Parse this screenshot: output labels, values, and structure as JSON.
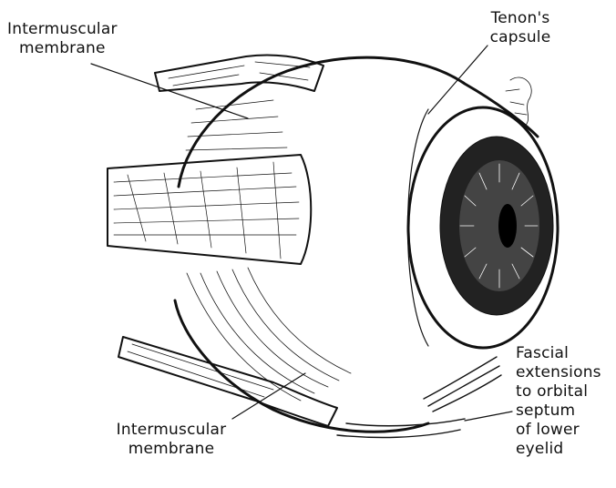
{
  "labels": {
    "intermuscular_top": [
      "Intermuscular",
      "membrane"
    ],
    "tenons_capsule": [
      "Tenon's",
      "capsule"
    ],
    "intermuscular_bottom": [
      "Intermuscular",
      "membrane"
    ],
    "fascial_extensions": [
      "Fascial",
      "extensions",
      "to orbital",
      "septum",
      "of lower",
      "eyelid"
    ]
  },
  "colors": {
    "ink": "#111111",
    "background": "#ffffff"
  }
}
